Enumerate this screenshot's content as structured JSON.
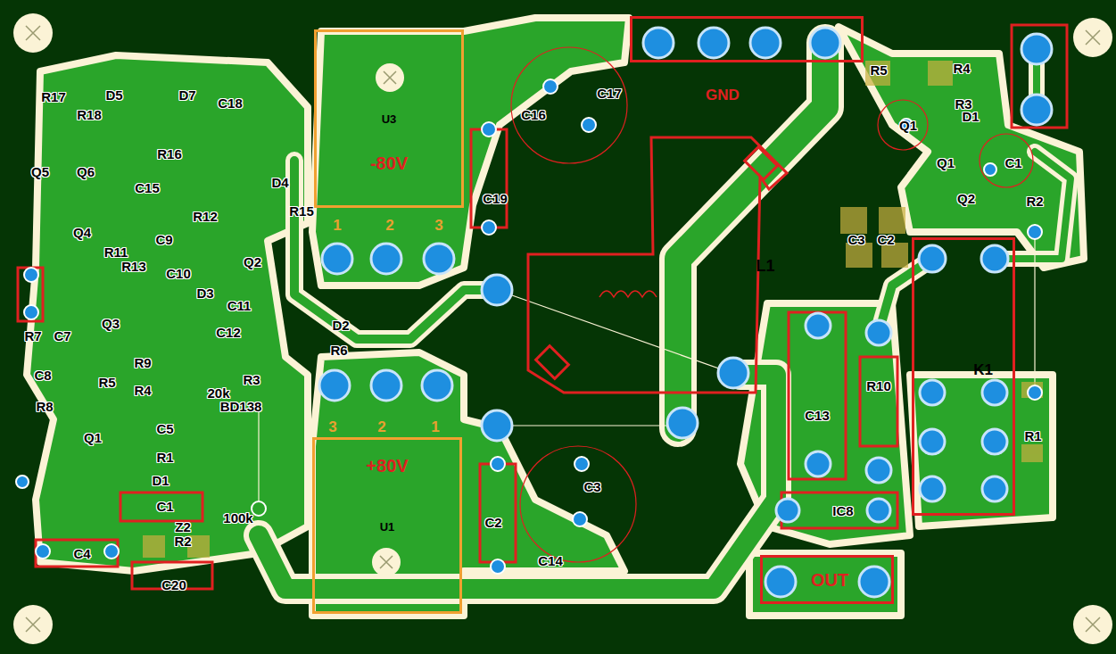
{
  "diagram": {
    "nodes": [
      {
        "text": [
          "U3",
          "-80V"
        ]
      },
      {
        "text": [
          "U1",
          "+80V"
        ]
      },
      {
        "text": [
          "L1"
        ]
      },
      {
        "text": [
          "GND"
        ]
      },
      {
        "text": [
          "K1"
        ]
      },
      {
        "text": [
          "OUT"
        ]
      }
    ],
    "labels": [
      "R17",
      "R18",
      "D5",
      "D7",
      "C18",
      "R16",
      "Q5",
      "Q6",
      "C15",
      "D4",
      "R15",
      "R12",
      "Q4",
      "C9",
      "R11",
      "R13",
      "C10",
      "D3",
      "Q2",
      "C11",
      "C12",
      "D2",
      "R6",
      "R7",
      "C7",
      "Q3",
      "C8",
      "R5",
      "R9",
      "R4",
      "R8",
      "20k",
      "R3",
      "BD138",
      "C5",
      "Q1",
      "R1",
      "D1",
      "R2",
      "C1",
      "100k",
      "C4",
      "C20",
      "Z2",
      "1",
      "2",
      "3",
      "3",
      "2",
      "1",
      "C17",
      "C16",
      "C19",
      "C3",
      "C2",
      "C14",
      "C13",
      "R10",
      "IC8",
      "R5",
      "R4",
      "R3",
      "Q1",
      "D1",
      "Q1",
      "C1",
      "Q2",
      "R2",
      "C3",
      "C2",
      "R1"
    ]
  }
}
